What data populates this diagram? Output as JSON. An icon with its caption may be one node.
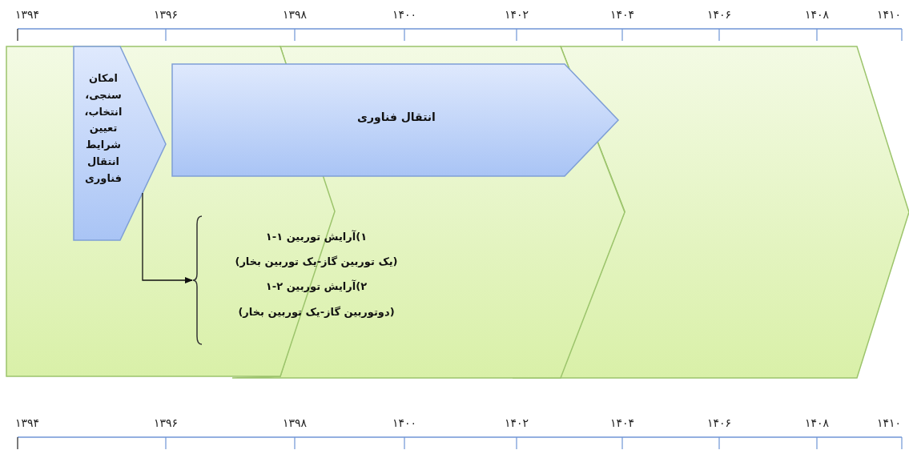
{
  "diagram": {
    "nodes": [
      {
        "text": [],
        "shape": "chevron"
      },
      {
        "text": [],
        "shape": "chevron"
      },
      {
        "text": [],
        "shape": "chevron"
      },
      {
        "text": [
          "امکان سنجی، انتخاب، تعیین شرایط انتقال فناوری"
        ],
        "in": 0
      },
      {
        "text": [
          "انتقال فناوری"
        ]
      },
      {
        "text": [
          "۱)آرایش توربین ۱-۱",
          "(یک توربین گاز-یک توربین بخار)",
          "۲)آرایش توربین ۲-۱",
          "(دوتوربین گاز-یک توربین بخار)"
        ]
      }
    ],
    "edges": [
      {
        "from": 3,
        "to": 5,
        "arrow": "to"
      }
    ],
    "labels": [
      "۱۳۹۴",
      "۱۳۹۶",
      "۱۳۹۸",
      "۱۴۰۰",
      "۱۴۰۲",
      "۱۴۰۴",
      "۱۴۰۶",
      "۱۴۰۸",
      "۱۴۱۰",
      "۱۳۹۴",
      "۱۳۹۶",
      "۱۳۹۸",
      "۱۴۰۰",
      "۱۴۰۲",
      "۱۴۰۴",
      "۱۴۰۶",
      "۱۴۰۸",
      "۱۴۱۰"
    ]
  }
}
